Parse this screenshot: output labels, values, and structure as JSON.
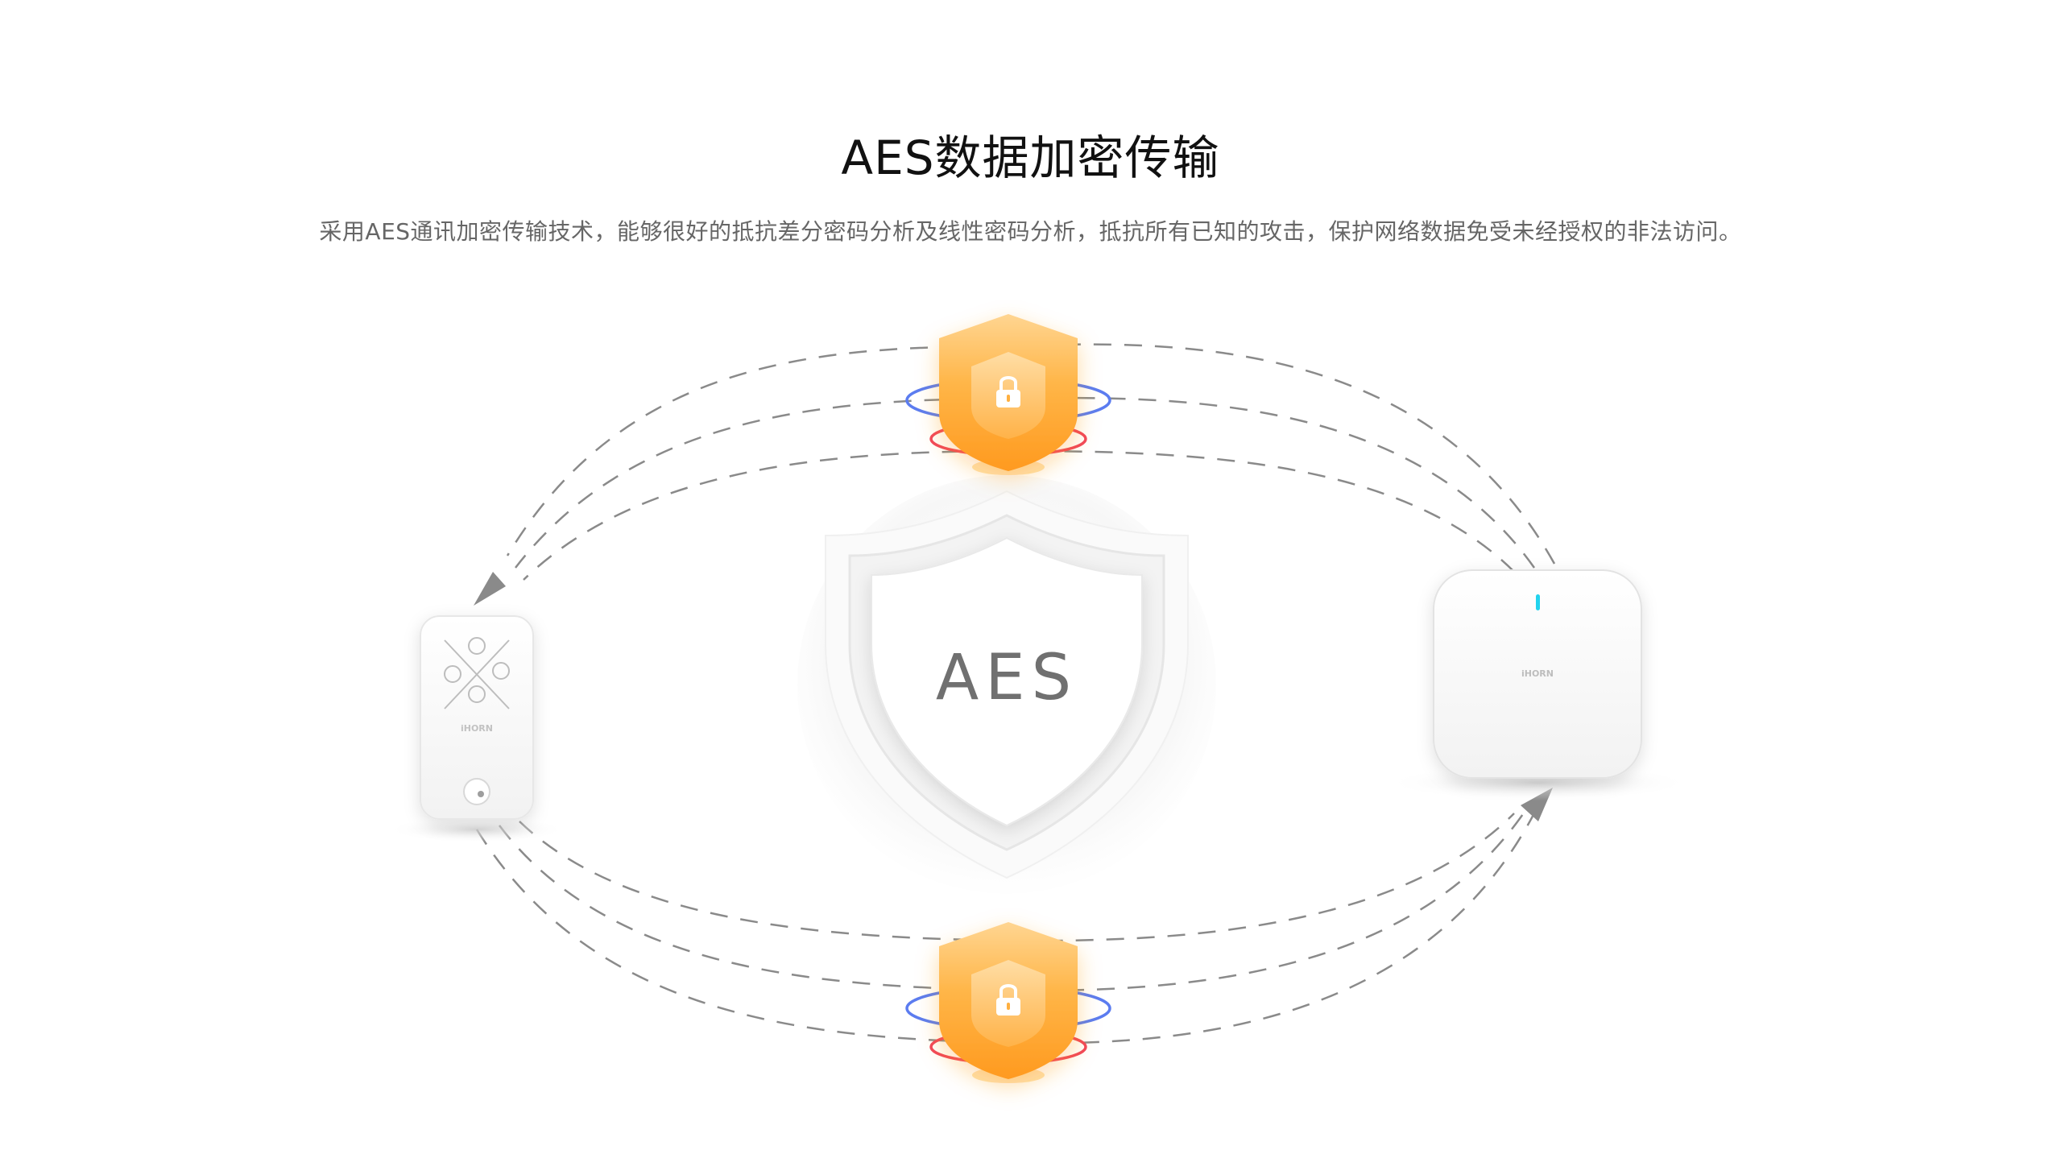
{
  "header": {
    "title": "AES数据加密传输",
    "description": "采用AES通讯加密传输技术，能够很好的抵抗差分密码分析及线性密码分析，抵抗所有已知的攻击，保护网络数据免受未经授权的非法访问。"
  },
  "diagram": {
    "center_label": "AES",
    "left_device_brand": "iHORN",
    "right_device_brand": "iHORN",
    "colors": {
      "shield_orange": "#FFA726",
      "shield_light": "#FFCC80",
      "ring_blue": "#5B7CF0",
      "ring_red": "#F0465A",
      "dash_gray": "#8a8a8a",
      "indicator_cyan": "#22D3EE",
      "center_text": "#707070"
    }
  }
}
